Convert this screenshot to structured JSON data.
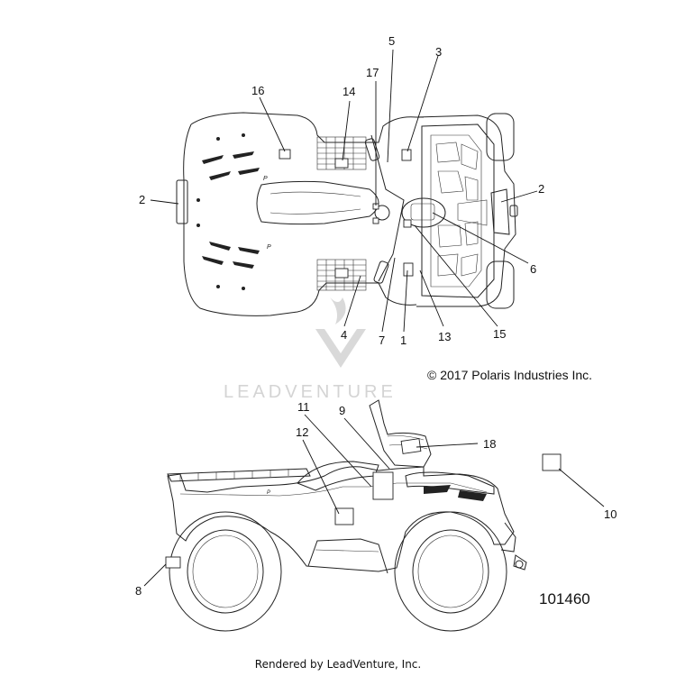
{
  "copyright": "© 2017 Polaris Industries Inc.",
  "part_number": "101460",
  "rendered_by": "Rendered by LeadVenture, Inc.",
  "watermark": "LEADVENTURE",
  "callouts": {
    "c1": "1",
    "c2a": "2",
    "c2b": "2",
    "c3": "3",
    "c4": "4",
    "c5": "5",
    "c6": "6",
    "c7": "7",
    "c8": "8",
    "c9": "9",
    "c10": "10",
    "c11": "11",
    "c12": "12",
    "c13": "13",
    "c14": "14",
    "c15": "15",
    "c16": "16",
    "c17": "17",
    "c18": "18"
  }
}
